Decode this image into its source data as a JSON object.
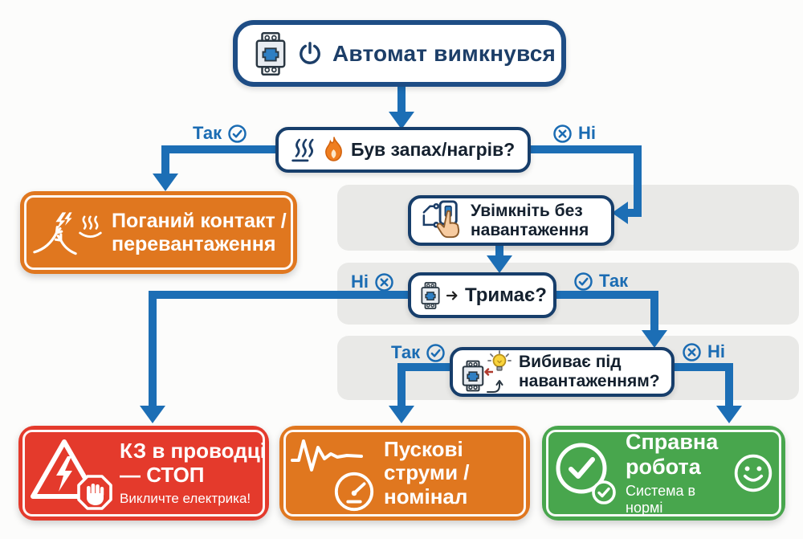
{
  "title": "Автомат вимкнувся (flowchart)",
  "colors": {
    "connector_blue": "#1c6eb5",
    "navy_text": "#1c3e68",
    "question_border": "#173e6b",
    "orange": "#e0771f",
    "red": "#e43a2c",
    "green": "#48a64d",
    "gray_band": "#e9e9e7",
    "flame_orange": "#ef7e20",
    "bulb_yellow": "#f9d43c",
    "white": "#ffffff"
  },
  "nodes": {
    "start": {
      "title": "Автомат вимкнувся",
      "icons": [
        "circuit-breaker-icon",
        "power-icon"
      ]
    },
    "q_smell": {
      "title": "Був запах/нагрів?",
      "icons": [
        "heat-waves-icon",
        "flame-icon"
      ]
    },
    "bad_contact": {
      "line1": "Поганий контакт /",
      "line2": "перевантаження",
      "icons": [
        "sparking-wires-icon",
        "heat-waves-icon"
      ]
    },
    "turn_on": {
      "line1": "Увімкніть без",
      "line2": "навантаження",
      "icons": [
        "circuit-branch-icon",
        "hand-press-switch-icon"
      ]
    },
    "q_holds": {
      "title": "Тримає?",
      "icons": [
        "circuit-breaker-icon",
        "arrow-right-icon"
      ]
    },
    "q_trips": {
      "line1": "Вибиває під",
      "line2": "навантаженням?",
      "icons": [
        "circuit-breaker-icon",
        "light-bulb-icon"
      ]
    },
    "short_circuit": {
      "line1": "КЗ в проводці",
      "line2": "— СТОП",
      "subtitle": "Викличте електрика!",
      "icons": [
        "warning-triangle-icon",
        "stop-hand-icon"
      ]
    },
    "inrush": {
      "line1": "Пускові",
      "line2": "струми /",
      "line3": "номінал",
      "icons": [
        "waveform-icon",
        "gauge-icon"
      ]
    },
    "ok": {
      "line1": "Справна",
      "line2": "робота",
      "subtitle": "Система в нормі",
      "icons": [
        "check-circle-icon",
        "check-badge-icon",
        "smiley-icon"
      ]
    }
  },
  "edges": {
    "smell_yes": {
      "label": "Так",
      "icon": "yes-circle-icon"
    },
    "smell_no": {
      "label": "Ні",
      "icon": "no-circle-icon"
    },
    "holds_no": {
      "label": "Ні",
      "icon": "no-circle-icon"
    },
    "holds_yes": {
      "label": "Так",
      "icon": "yes-circle-icon"
    },
    "trips_yes": {
      "label": "Так",
      "icon": "yes-circle-icon"
    },
    "trips_no": {
      "label": "Ні",
      "icon": "no-circle-icon"
    }
  }
}
